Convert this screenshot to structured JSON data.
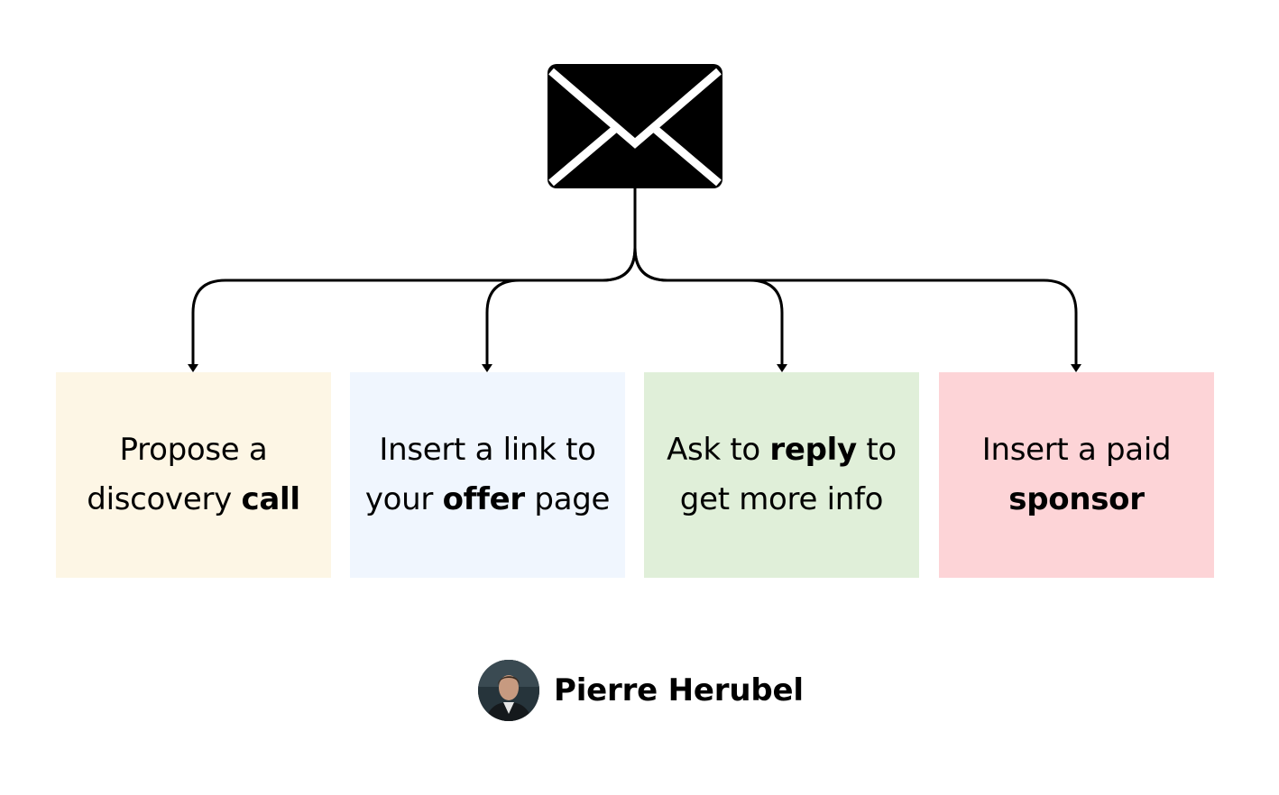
{
  "colors": {
    "line": "#000000",
    "envelope": "#000000",
    "background": "#ffffff"
  },
  "envelope": {
    "icon": "envelope-icon"
  },
  "cards": [
    {
      "bg": "#fdf6e5",
      "lines": [
        [
          {
            "text": "Propose a",
            "bold": false
          }
        ],
        [
          {
            "text": "discovery ",
            "bold": false
          },
          {
            "text": "call",
            "bold": true
          }
        ]
      ]
    },
    {
      "bg": "#f0f6fe",
      "lines": [
        [
          {
            "text": "Insert a link to",
            "bold": false
          }
        ],
        [
          {
            "text": "your ",
            "bold": false
          },
          {
            "text": "offer",
            "bold": true
          },
          {
            "text": " page",
            "bold": false
          }
        ]
      ]
    },
    {
      "bg": "#e0efd9",
      "lines": [
        [
          {
            "text": "Ask to ",
            "bold": false
          },
          {
            "text": "reply",
            "bold": true
          },
          {
            "text": " to",
            "bold": false
          }
        ],
        [
          {
            "text": "get more info",
            "bold": false
          }
        ]
      ]
    },
    {
      "bg": "#fdd4d7",
      "lines": [
        [
          {
            "text": "Insert a paid",
            "bold": false
          }
        ],
        [
          {
            "text": "sponsor",
            "bold": true
          }
        ]
      ]
    }
  ],
  "author": {
    "name": "Pierre Herubel",
    "avatar_icon": "avatar-photo"
  }
}
